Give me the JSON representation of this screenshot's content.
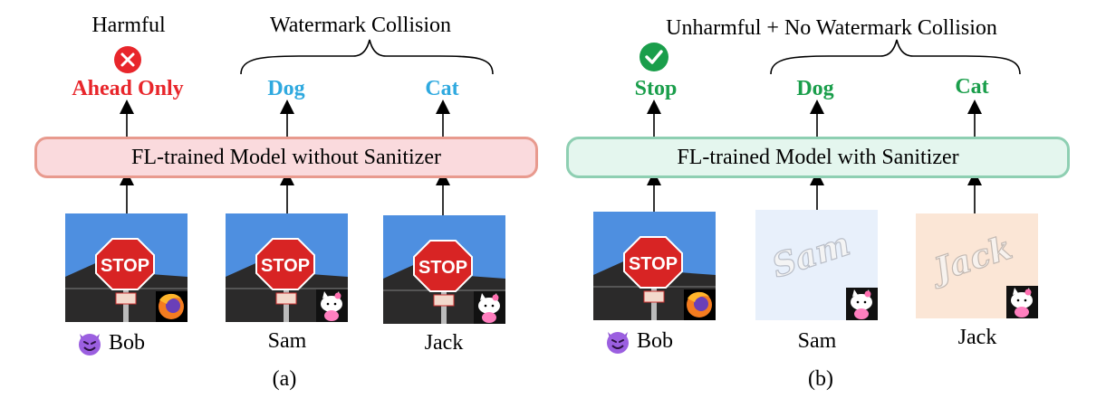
{
  "colors": {
    "harm_red": "#e8262b",
    "collision_blue": "#2fa9df",
    "safe_green": "#1a9e4b",
    "model_a_fill": "#fadadd",
    "model_a_border": "#e89a8e",
    "model_b_fill": "#e4f6ee",
    "model_b_border": "#8ecfb2",
    "sam_bg": "#e8f0fb",
    "jack_bg": "#fbe6d6"
  },
  "panel_a": {
    "note_harm": "Harmful",
    "note_collision": "Watermark Collision",
    "outputs": [
      "Ahead Only",
      "Dog",
      "Cat"
    ],
    "model_label": "FL-trained Model without Sanitizer",
    "clients": [
      "Bob",
      "Sam",
      "Jack"
    ],
    "caption": "(a)"
  },
  "panel_b": {
    "note": "Unharmful + No Watermark Collision",
    "outputs": [
      "Stop",
      "Dog",
      "Cat"
    ],
    "model_label": "FL-trained Model with Sanitizer",
    "clients": [
      "Bob",
      "Sam",
      "Jack"
    ],
    "caption": "(b)"
  },
  "images": {
    "stop_sign_text": "STOP",
    "sam_watermark": "Sam",
    "jack_watermark": "Jack"
  },
  "icons": {
    "harm": "x-circle-icon",
    "safe": "check-circle-icon",
    "attacker": "devil-emoji-icon",
    "trigger": "firefox-logo-icon",
    "watermark": "hello-kitty-icon"
  }
}
